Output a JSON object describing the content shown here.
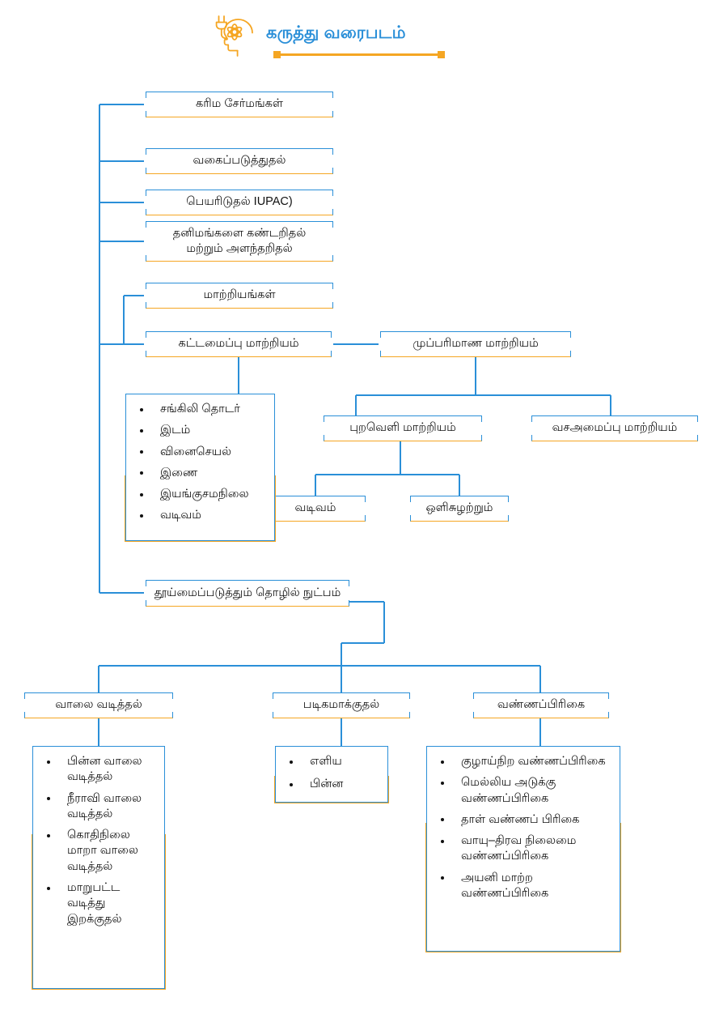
{
  "header": {
    "title": "கருத்து வரைபடம்",
    "icon": "head-with-plug-and-atom-icon",
    "title_color": "#2a8fd8",
    "rule_color": "#f5a623"
  },
  "theme": {
    "box_border_top": "#2a8fd8",
    "box_border_bottom": "#f5a623",
    "connector": "#2a8fd8",
    "text": "#111111",
    "background": "#ffffff"
  },
  "nodes": {
    "organic_compounds": "கரிம சேர்மங்கள்",
    "classification": "வகைப்படுத்துதல்",
    "nomenclature": "பெயரிடுதல்  IUPAC)",
    "detection_line1": "தனிமங்களை கண்டறிதல்",
    "detection_line2": "மற்றும் அளந்தறிதல்",
    "isomers": "மாற்றியங்கள்",
    "structural_isomerism": "கட்டமைப்பு மாற்றியம்",
    "three_d_isomerism": "முப்பரிமாண மாற்றியம்",
    "geometric_isomerism": "புறவெளி மாற்றியம்",
    "conformational_isomerism": "வசஅமைப்பு மாற்றியம்",
    "shape": "வடிவம்",
    "optical": "ஒளிசுழற்றும்",
    "purification": "தூய்மைப்படுத்தும் தொழில் நுட்பம்",
    "distillation": "வாலை வடித்தல்",
    "crystallisation": "படிகமாக்குதல்",
    "chromatography": "வண்ணப்பிரிகை"
  },
  "lists": {
    "structural_isomer_types": [
      "சங்கிலி தொடர்",
      "இடம்",
      "வினைசெயல்",
      "இணை",
      "இயங்குசமநிலை",
      "வடிவம்"
    ],
    "distillation_types": [
      "பின்ன வாலை வடித்தல்",
      "நீராவி வாலை வடித்தல்",
      "கொதிநிலை மாறா வாலை வடித்தல்",
      "மாறுபட்ட வடித்து இறக்குதல்"
    ],
    "crystallisation_types": [
      "எளிய",
      "பின்ன"
    ],
    "chromatography_types": [
      "குழாய்நிற வண்ணப்பிரிகை",
      "மெல்லிய அடுக்கு வண்ணப்பிரிகை",
      "தாள் வண்ணப் பிரிகை",
      "வாயு–திரவ நிலைமை வண்ணப்பிரிகை",
      "அயனி மாற்ற வண்ணப்பிரிகை"
    ]
  }
}
